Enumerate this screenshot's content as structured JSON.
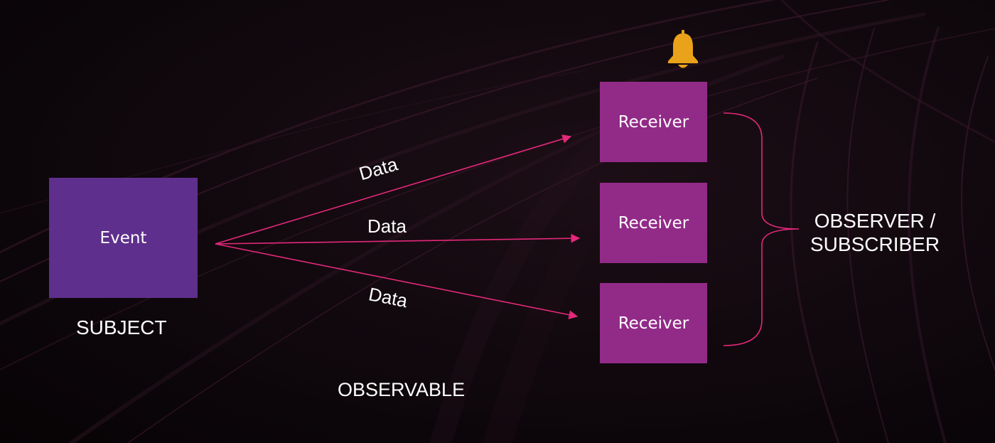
{
  "colors": {
    "event_box": "#5e2f8c",
    "receiver_box": "#922a87",
    "arrow": "#e4287a",
    "bracket": "#e4287a",
    "bell": "#e9a21a",
    "text": "#ffffff"
  },
  "subject": {
    "box_text": "Event",
    "label": "SUBJECT"
  },
  "observable": {
    "label": "OBSERVABLE"
  },
  "data_labels": [
    "Data",
    "Data",
    "Data"
  ],
  "receivers": [
    "Receiver",
    "Receiver",
    "Receiver"
  ],
  "observer": {
    "line1": "OBSERVER /",
    "line2": "SUBSCRIBER"
  },
  "icons": {
    "notification": "bell-icon"
  }
}
